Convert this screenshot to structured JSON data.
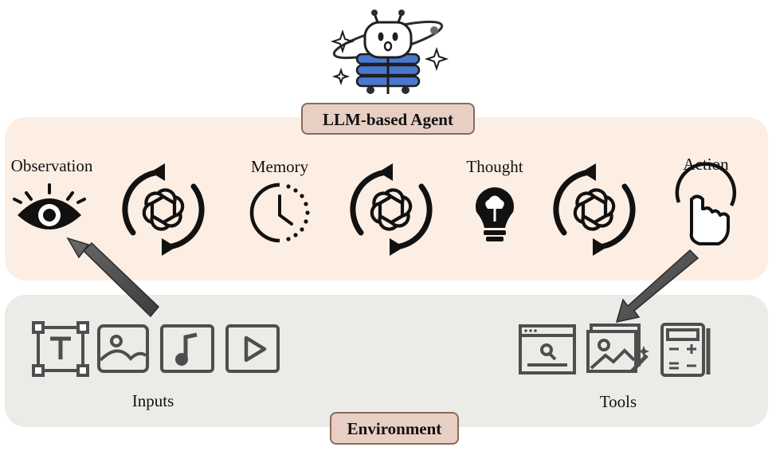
{
  "agent": {
    "title": "LLM-based Agent"
  },
  "environment": {
    "title": "Environment"
  },
  "stages": {
    "observation": "Observation",
    "memory": "Memory",
    "thought": "Thought",
    "action": "Action"
  },
  "inputs": {
    "label": "Inputs",
    "items": [
      "text-icon",
      "image-icon",
      "music-icon",
      "video-icon"
    ]
  },
  "tools": {
    "label": "Tools",
    "items": [
      "web-search-icon",
      "image-edit-icon",
      "calculator-icon"
    ]
  },
  "colors": {
    "agent_panel": "#fdeee4",
    "environment_panel": "#ebebe8",
    "badge_fill": "#e8cfc3",
    "icon_stroke": "#505050",
    "arrow_fill": "#555555",
    "robot_blue": "#4a78d0"
  }
}
